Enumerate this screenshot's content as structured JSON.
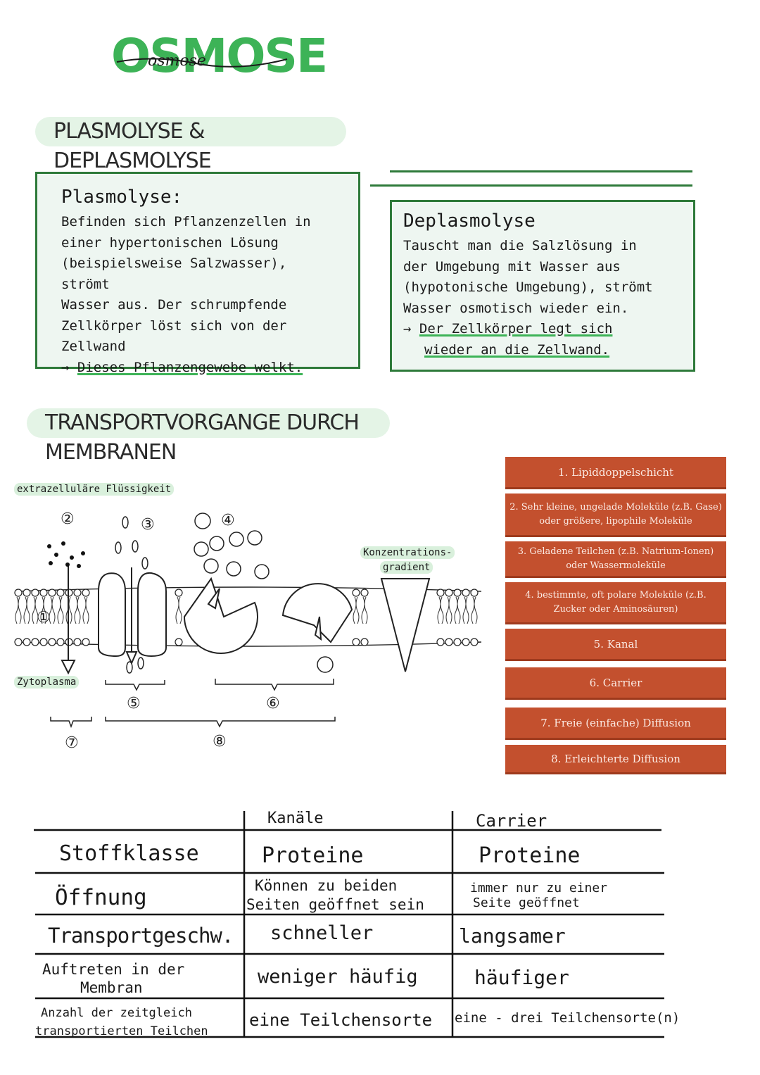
{
  "title": "OSMOSE",
  "title_sub": "osmose",
  "section1": "PLASMOLYSE & DEPLASMOLYSE",
  "plasmolyse": {
    "heading": "Plasmolyse:",
    "lines": [
      "Befinden sich Pflanzenzellen  in",
      "einer hypertonischen Lösung",
      "(beispielsweise  Salzwasser), strömt",
      "Wasser aus. Der schrumpfende",
      "Zellkörper löst  sich von  der",
      "Zellwand"
    ],
    "arrow": "→",
    "conclusion": "Dieses Pflanzengewebe welkt."
  },
  "deplasmolyse": {
    "heading": "Deplasmolyse",
    "lines": [
      "Tauscht  man die Salzlösung in",
      "der Umgebung mit Wasser aus",
      "(hypotonische Umgebung), strömt",
      "Wasser osmotisch wieder ein."
    ],
    "arrow": "→",
    "conclusion_line1": "Der Zellkörper legt sich",
    "conclusion_line2": "wieder an die Zellwand."
  },
  "section2": "TRANSPORTVORGANGE DURCH MEMBRANEN",
  "diagram": {
    "label_extra": "extrazelluläre Flüssigkeit",
    "label_zyto": "Zytoplasma",
    "label_konz_1": "Konzentrations-",
    "label_konz_2": "gradient",
    "numbers": [
      "①",
      "②",
      "③",
      "④",
      "⑤",
      "⑥",
      "⑦",
      "⑧"
    ]
  },
  "legend": [
    "1. Lipiddoppelschicht",
    "2. Sehr kleine, ungelade Moleküle (z.B. Gase) oder größere, lipophile Moleküle",
    "3. Geladene Teilchen (z.B. Natrium-Ionen) oder Wassermoleküle",
    "4. bestimmte, oft polare Moleküle (z.B. Zucker oder Aminosäuren)",
    "5. Kanal",
    "6. Carrier",
    "7. Freie (einfache) Diffusion",
    "8. Erleichterte Diffusion"
  ],
  "table": {
    "headers": [
      "Kanäle",
      "Carrier"
    ],
    "rows": [
      {
        "label": "Stoffklasse",
        "kanal": "Proteine",
        "carrier": "Proteine"
      },
      {
        "label": "Öffnung",
        "kanal_1": "Können zu beiden",
        "kanal_2": "Seiten geöffnet sein",
        "carrier_1": "immer  nur  zu  einer",
        "carrier_2": "Seite  geöffnet"
      },
      {
        "label": "Transportgeschw.",
        "kanal": "schneller",
        "carrier": "langsamer"
      },
      {
        "label_1": "Auftreten  in der",
        "label_2": "Membran",
        "kanal": "weniger  häufig",
        "carrier": "häufiger"
      },
      {
        "label_1": "Anzahl der zeitgleich",
        "label_2": "transportierten Teilchen",
        "kanal": "eine  Teilchensorte",
        "carrier": "eine - drei Teilchensorte(n)"
      }
    ]
  },
  "colors": {
    "green": "#3db357",
    "dark_green": "#2e7a3a",
    "box_bg": "#eef6f1",
    "pill_bg": "#e4f4e6",
    "legend_bg": "#c3502e"
  }
}
